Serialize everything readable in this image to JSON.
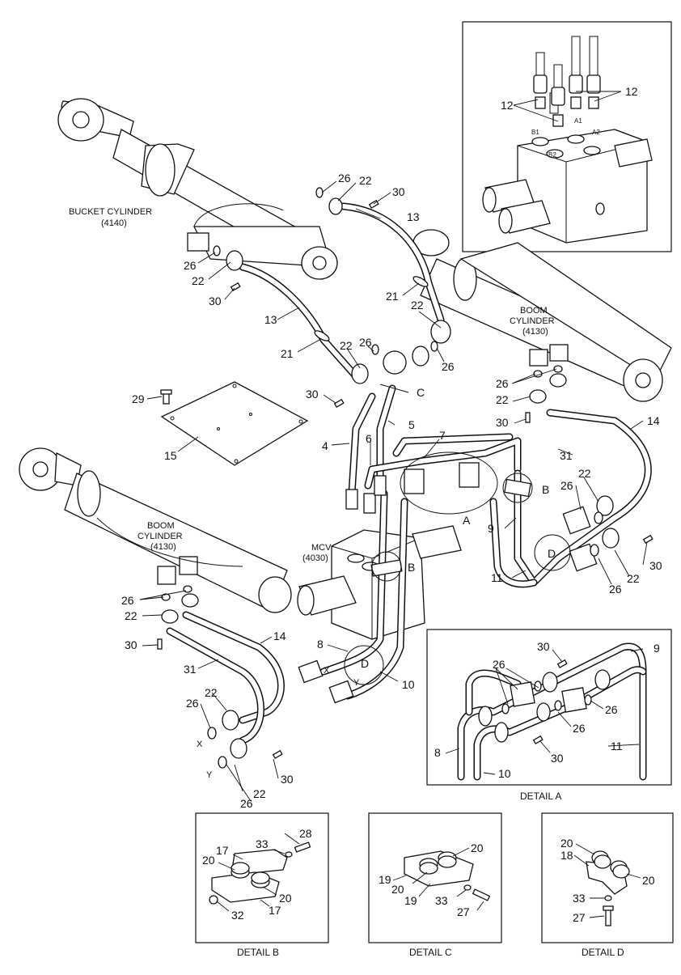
{
  "labels": {
    "bucket_cylinder": "BUCKET CYLINDER",
    "bucket_cylinder_code": "(4140)",
    "boom_cylinder_right": "BOOM",
    "boom_cylinder_right_2": "CYLINDER",
    "boom_cylinder_right_code": "(4130)",
    "boom_cylinder_left": "BOOM",
    "boom_cylinder_left_2": "CYLINDER",
    "boom_cylinder_left_code": "(4130)",
    "mcv": "MCV",
    "mcv_code": "(4030)",
    "detail_a_marker": "A",
    "detail_b_marker_1": "B",
    "detail_b_marker_2": "B",
    "detail_c_marker": "C",
    "detail_d_marker_1": "D",
    "detail_d_marker_2": "D",
    "port_x_1": "X",
    "port_y_1": "Y",
    "port_x_2": "X",
    "port_y_2": "Y",
    "port_b1": "B1",
    "port_b2": "B2",
    "port_a1": "A1",
    "port_a2": "A2"
  },
  "captions": {
    "detail_a": "DETAIL A",
    "detail_b": "DETAIL B",
    "detail_c": "DETAIL C",
    "detail_d": "DETAIL D"
  },
  "callouts": {
    "inset": [
      "12",
      "12"
    ],
    "bucket": [
      "26",
      "22",
      "30",
      "13",
      "21",
      "26",
      "22",
      "30",
      "13",
      "21",
      "22",
      "26",
      "22",
      "26",
      "30",
      "C"
    ],
    "center": [
      "29",
      "15",
      "4",
      "6",
      "5",
      "7"
    ],
    "right": [
      "26",
      "22",
      "30",
      "14",
      "31",
      "22",
      "26",
      "9",
      "11",
      "30",
      "22",
      "26"
    ],
    "left": [
      "26",
      "22",
      "30",
      "14",
      "31",
      "22",
      "26",
      "22",
      "30",
      "26"
    ],
    "lower": [
      "8",
      "10"
    ],
    "detail_a": [
      "30",
      "9",
      "26",
      "26",
      "26",
      "8",
      "10",
      "30",
      "11"
    ],
    "detail_b": [
      "28",
      "17",
      "33",
      "20",
      "20",
      "32",
      "17"
    ],
    "detail_c": [
      "20",
      "19",
      "20",
      "19",
      "33",
      "27"
    ],
    "detail_d": [
      "20",
      "18",
      "20",
      "33",
      "27"
    ]
  }
}
